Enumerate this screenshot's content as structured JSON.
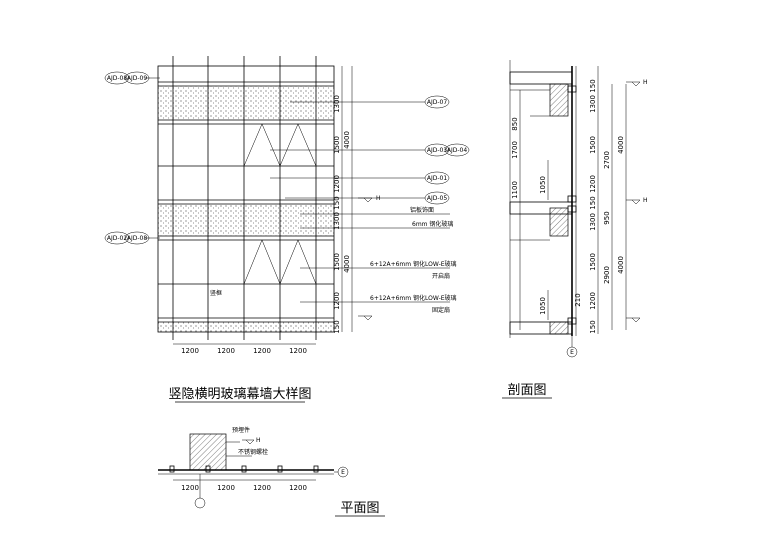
{
  "titles": {
    "elevation": "竖隐横明玻璃幕墙大样图",
    "section": "剖面图",
    "plan": "平面图"
  },
  "elevation": {
    "bottom_dims": [
      "1200",
      "1200",
      "1200",
      "1200"
    ],
    "right_dims": [
      "1300",
      "1500",
      "1200",
      "150",
      "1300",
      "1500",
      "1200",
      "150"
    ],
    "total_dims": [
      "4000",
      "4000"
    ],
    "level_mark": "H",
    "tags_left_top": [
      "AJD-08",
      "AJD-09"
    ],
    "tags_left_bottom": [
      "AJD-02",
      "AJD-08"
    ],
    "tags_right": [
      "AJD-07",
      "AJD-03",
      "AJD-04",
      "AJD-01",
      "AJD-05"
    ],
    "notes": {
      "note_a": "铝板饰面",
      "note_b": "6mm 钢化玻璃",
      "note_c": "6+12A+6mm 钢化LOW-E玻璃",
      "note_d": "6+12A+6mm 钢化LOW-E玻璃",
      "note_e": "开启扇",
      "note_f": "固定扇",
      "note_g": "竖框"
    }
  },
  "section": {
    "left_dims": [
      "850",
      "1700",
      "1100",
      "1050",
      "1050"
    ],
    "right_dims": [
      "150",
      "1300",
      "1500",
      "1200",
      "150",
      "1300",
      "1500",
      "1200",
      "150"
    ],
    "mid_dims": [
      "2700",
      "950",
      "2900"
    ],
    "total_dims": [
      "4000",
      "4000"
    ],
    "small_dim": "210",
    "level_mark": "H",
    "axis_label": "E"
  },
  "plan": {
    "bottom_dims": [
      "1200",
      "1200",
      "1200",
      "1200"
    ],
    "axis_label": "E",
    "level_mark": "H",
    "note_top": "预埋件",
    "note_mid": "不锈钢螺栓"
  }
}
